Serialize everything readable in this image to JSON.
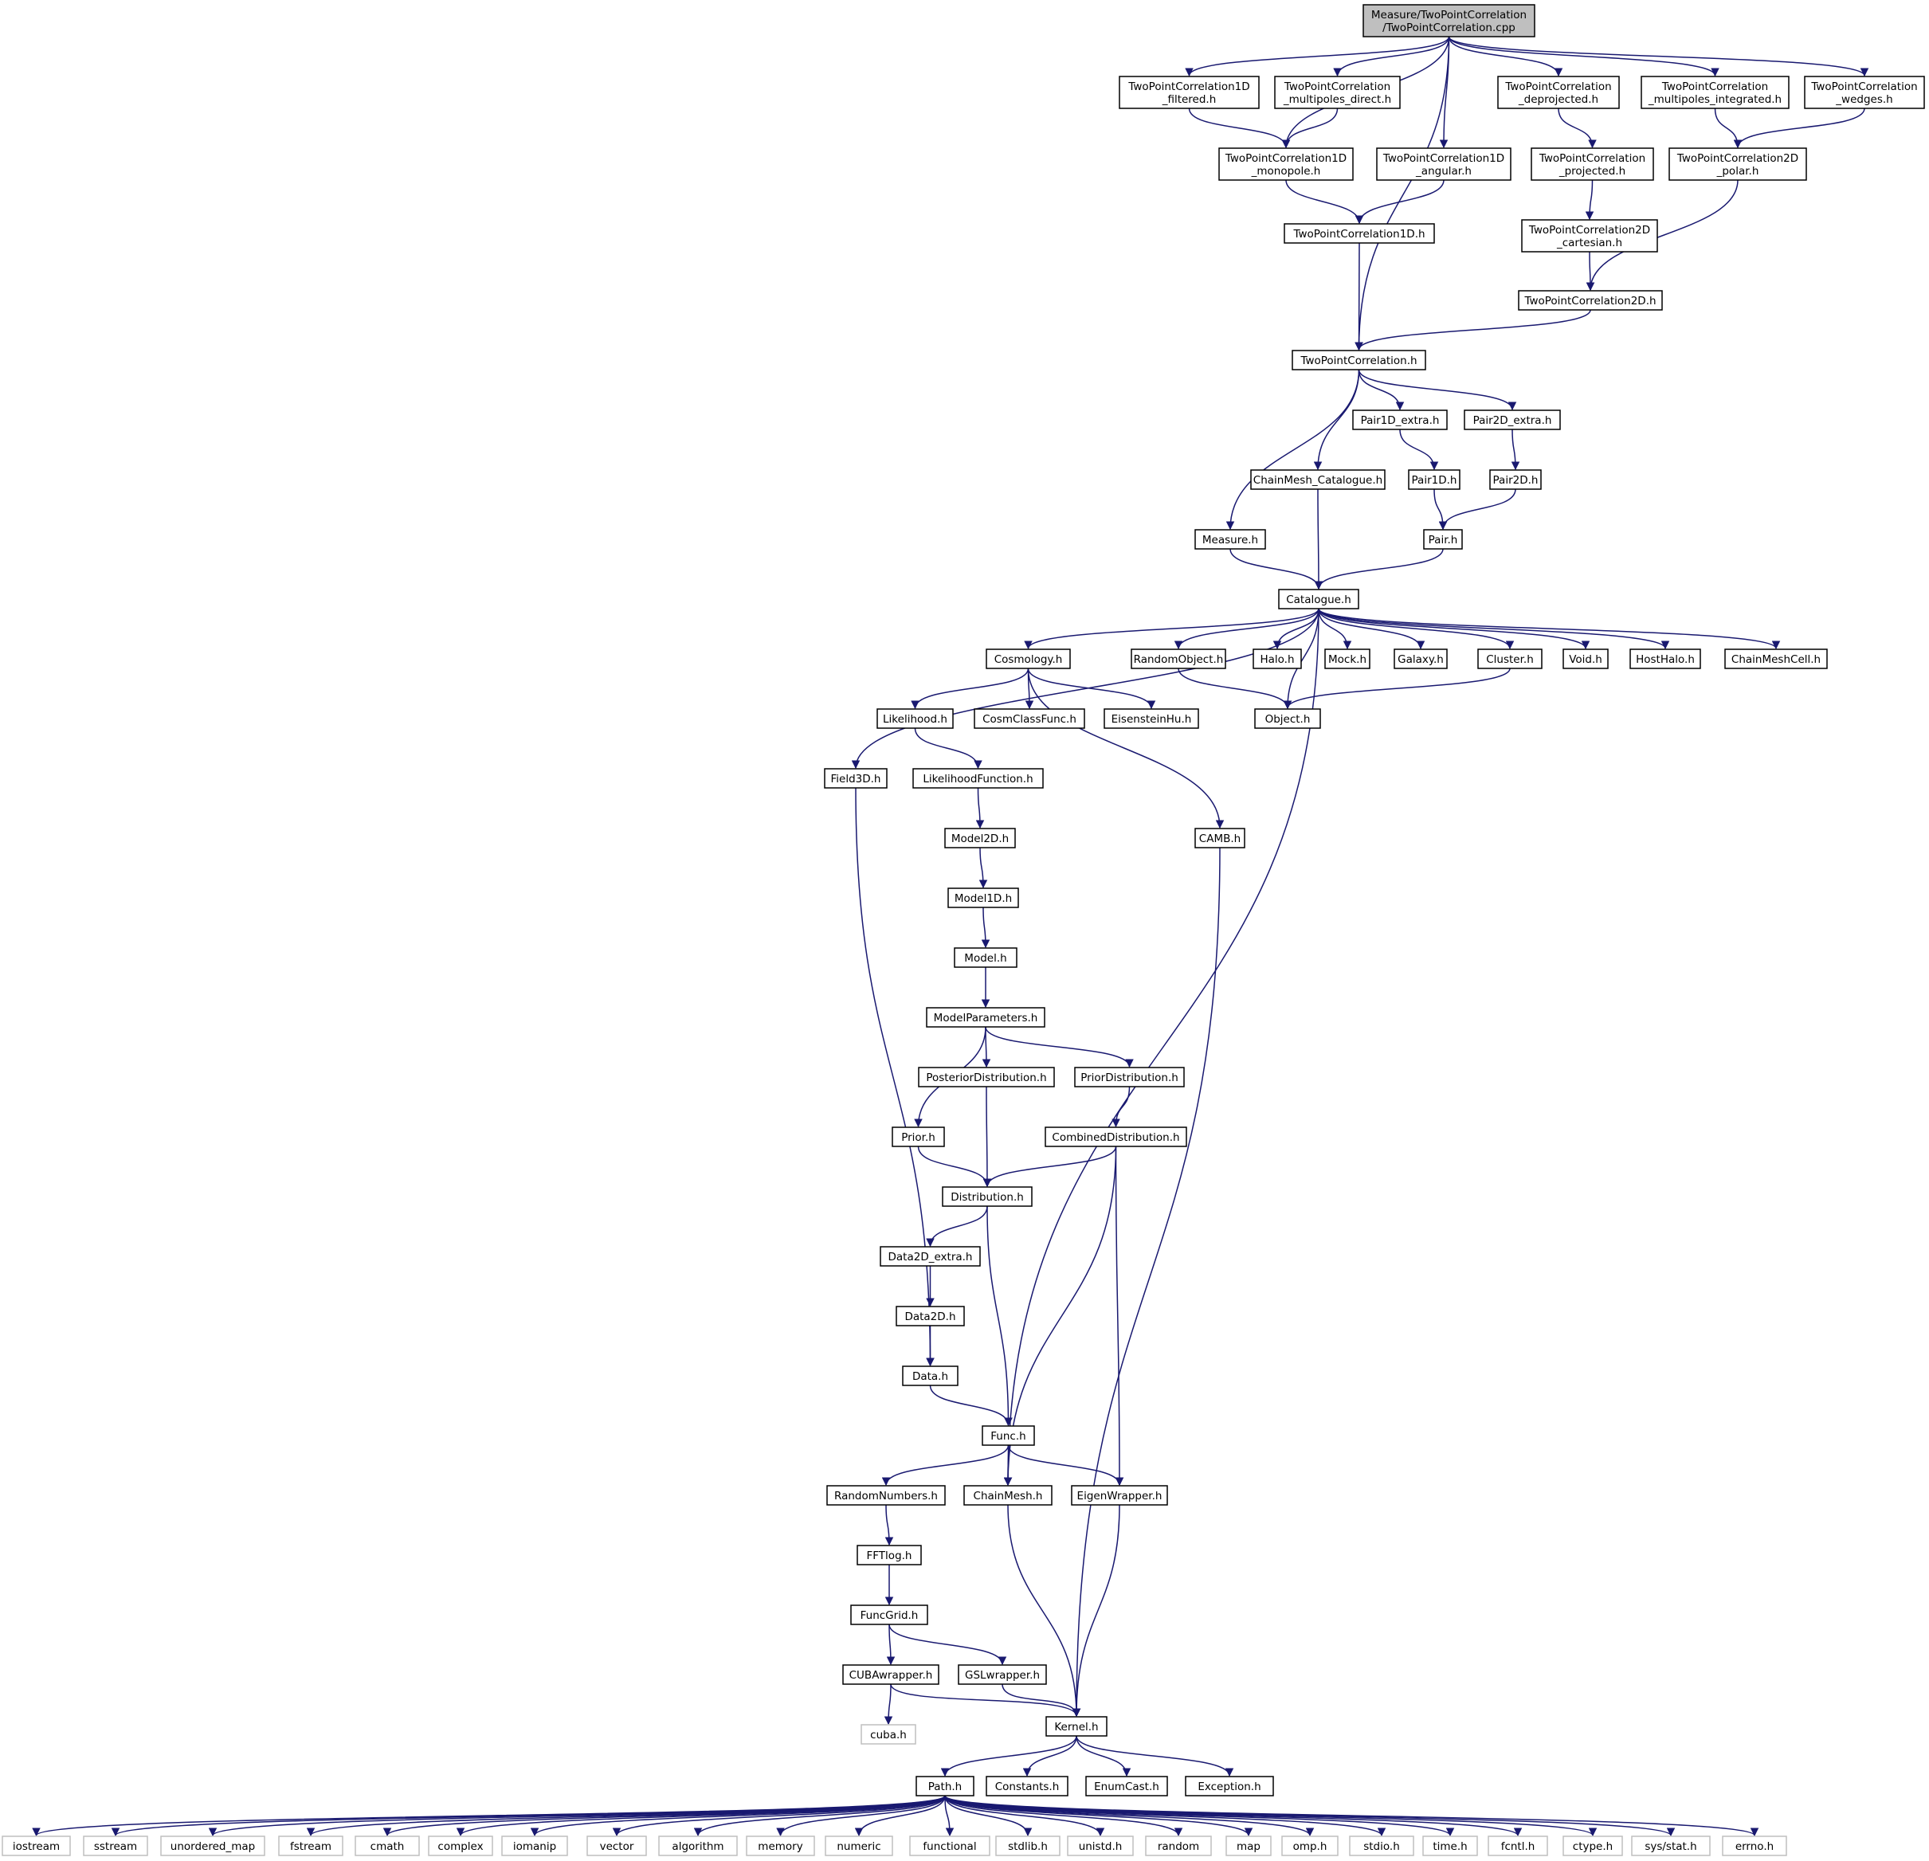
{
  "graph": {
    "edge_color": "#191970",
    "root_fill": "#bfbfbf",
    "external_border": "#bfbfbf",
    "nodes": [
      {
        "id": "root",
        "lines": [
          "Measure/TwoPointCorrelation",
          "/TwoPointCorrelation.cpp"
        ],
        "kind": "root"
      },
      {
        "id": "tpc1d_filtered",
        "lines": [
          "TwoPointCorrelation1D",
          "_filtered.h"
        ]
      },
      {
        "id": "tpc_mp_direct",
        "lines": [
          "TwoPointCorrelation",
          "_multipoles_direct.h"
        ]
      },
      {
        "id": "tpc_deprojected",
        "lines": [
          "TwoPointCorrelation",
          "_deprojected.h"
        ]
      },
      {
        "id": "tpc_mp_integrated",
        "lines": [
          "TwoPointCorrelation",
          "_multipoles_integrated.h"
        ]
      },
      {
        "id": "tpc_wedges",
        "lines": [
          "TwoPointCorrelation",
          "_wedges.h"
        ]
      },
      {
        "id": "tpc1d_monopole",
        "lines": [
          "TwoPointCorrelation1D",
          "_monopole.h"
        ]
      },
      {
        "id": "tpc1d_angular",
        "lines": [
          "TwoPointCorrelation1D",
          "_angular.h"
        ]
      },
      {
        "id": "tpc_projected",
        "lines": [
          "TwoPointCorrelation",
          "_projected.h"
        ]
      },
      {
        "id": "tpc2d_polar",
        "lines": [
          "TwoPointCorrelation2D",
          "_polar.h"
        ]
      },
      {
        "id": "tpc1d",
        "lines": [
          "TwoPointCorrelation1D.h"
        ]
      },
      {
        "id": "tpc2d_cartesian",
        "lines": [
          "TwoPointCorrelation2D",
          "_cartesian.h"
        ]
      },
      {
        "id": "tpc2d",
        "lines": [
          "TwoPointCorrelation2D.h"
        ]
      },
      {
        "id": "tpc",
        "lines": [
          "TwoPointCorrelation.h"
        ]
      },
      {
        "id": "pair1d_extra",
        "lines": [
          "Pair1D_extra.h"
        ]
      },
      {
        "id": "pair2d_extra",
        "lines": [
          "Pair2D_extra.h"
        ]
      },
      {
        "id": "chainmesh_cat",
        "lines": [
          "ChainMesh_Catalogue.h"
        ]
      },
      {
        "id": "pair1d",
        "lines": [
          "Pair1D.h"
        ]
      },
      {
        "id": "pair2d",
        "lines": [
          "Pair2D.h"
        ]
      },
      {
        "id": "measure",
        "lines": [
          "Measure.h"
        ]
      },
      {
        "id": "pair",
        "lines": [
          "Pair.h"
        ]
      },
      {
        "id": "catalogue",
        "lines": [
          "Catalogue.h"
        ]
      },
      {
        "id": "cosmology",
        "lines": [
          "Cosmology.h"
        ]
      },
      {
        "id": "randomobject",
        "lines": [
          "RandomObject.h"
        ]
      },
      {
        "id": "halo",
        "lines": [
          "Halo.h"
        ]
      },
      {
        "id": "mock",
        "lines": [
          "Mock.h"
        ]
      },
      {
        "id": "galaxy",
        "lines": [
          "Galaxy.h"
        ]
      },
      {
        "id": "cluster",
        "lines": [
          "Cluster.h"
        ]
      },
      {
        "id": "void",
        "lines": [
          "Void.h"
        ]
      },
      {
        "id": "hosthalo",
        "lines": [
          "HostHalo.h"
        ]
      },
      {
        "id": "chainmeshcell",
        "lines": [
          "ChainMeshCell.h"
        ]
      },
      {
        "id": "likelihood",
        "lines": [
          "Likelihood.h"
        ]
      },
      {
        "id": "cosmclassfunc",
        "lines": [
          "CosmClassFunc.h"
        ]
      },
      {
        "id": "eisensteinhu",
        "lines": [
          "EisensteinHu.h"
        ]
      },
      {
        "id": "object",
        "lines": [
          "Object.h"
        ]
      },
      {
        "id": "field3d",
        "lines": [
          "Field3D.h"
        ]
      },
      {
        "id": "likelihoodfunction",
        "lines": [
          "LikelihoodFunction.h"
        ]
      },
      {
        "id": "camb",
        "lines": [
          "CAMB.h"
        ]
      },
      {
        "id": "model2d",
        "lines": [
          "Model2D.h"
        ]
      },
      {
        "id": "model1d",
        "lines": [
          "Model1D.h"
        ]
      },
      {
        "id": "model",
        "lines": [
          "Model.h"
        ]
      },
      {
        "id": "modelparameters",
        "lines": [
          "ModelParameters.h"
        ]
      },
      {
        "id": "posterior",
        "lines": [
          "PosteriorDistribution.h"
        ]
      },
      {
        "id": "priordist",
        "lines": [
          "PriorDistribution.h"
        ]
      },
      {
        "id": "prior",
        "lines": [
          "Prior.h"
        ]
      },
      {
        "id": "combined",
        "lines": [
          "CombinedDistribution.h"
        ]
      },
      {
        "id": "distribution",
        "lines": [
          "Distribution.h"
        ]
      },
      {
        "id": "data2d_extra",
        "lines": [
          "Data2D_extra.h"
        ]
      },
      {
        "id": "data2d",
        "lines": [
          "Data2D.h"
        ]
      },
      {
        "id": "data",
        "lines": [
          "Data.h"
        ]
      },
      {
        "id": "func",
        "lines": [
          "Func.h"
        ]
      },
      {
        "id": "randomnumbers",
        "lines": [
          "RandomNumbers.h"
        ]
      },
      {
        "id": "chainmesh",
        "lines": [
          "ChainMesh.h"
        ]
      },
      {
        "id": "eigenwrapper",
        "lines": [
          "EigenWrapper.h"
        ]
      },
      {
        "id": "fftlog",
        "lines": [
          "FFTlog.h"
        ]
      },
      {
        "id": "funcgrid",
        "lines": [
          "FuncGrid.h"
        ]
      },
      {
        "id": "cubawrapper",
        "lines": [
          "CUBAwrapper.h"
        ]
      },
      {
        "id": "gslwrapper",
        "lines": [
          "GSLwrapper.h"
        ]
      },
      {
        "id": "cuba",
        "lines": [
          "cuba.h"
        ],
        "kind": "ext"
      },
      {
        "id": "kernel",
        "lines": [
          "Kernel.h"
        ]
      },
      {
        "id": "path",
        "lines": [
          "Path.h"
        ]
      },
      {
        "id": "constants",
        "lines": [
          "Constants.h"
        ]
      },
      {
        "id": "enumcast",
        "lines": [
          "EnumCast.h"
        ]
      },
      {
        "id": "exception",
        "lines": [
          "Exception.h"
        ]
      },
      {
        "id": "iostream",
        "lines": [
          "iostream"
        ],
        "kind": "ext"
      },
      {
        "id": "sstream",
        "lines": [
          "sstream"
        ],
        "kind": "ext"
      },
      {
        "id": "unordered_map",
        "lines": [
          "unordered_map"
        ],
        "kind": "ext"
      },
      {
        "id": "fstream",
        "lines": [
          "fstream"
        ],
        "kind": "ext"
      },
      {
        "id": "cmath",
        "lines": [
          "cmath"
        ],
        "kind": "ext"
      },
      {
        "id": "complex",
        "lines": [
          "complex"
        ],
        "kind": "ext"
      },
      {
        "id": "iomanip",
        "lines": [
          "iomanip"
        ],
        "kind": "ext"
      },
      {
        "id": "vector",
        "lines": [
          "vector"
        ],
        "kind": "ext"
      },
      {
        "id": "algorithm",
        "lines": [
          "algorithm"
        ],
        "kind": "ext"
      },
      {
        "id": "memory",
        "lines": [
          "memory"
        ],
        "kind": "ext"
      },
      {
        "id": "numeric",
        "lines": [
          "numeric"
        ],
        "kind": "ext"
      },
      {
        "id": "functional",
        "lines": [
          "functional"
        ],
        "kind": "ext"
      },
      {
        "id": "stdlib",
        "lines": [
          "stdlib.h"
        ],
        "kind": "ext"
      },
      {
        "id": "unistd",
        "lines": [
          "unistd.h"
        ],
        "kind": "ext"
      },
      {
        "id": "random",
        "lines": [
          "random"
        ],
        "kind": "ext"
      },
      {
        "id": "map",
        "lines": [
          "map"
        ],
        "kind": "ext"
      },
      {
        "id": "omp",
        "lines": [
          "omp.h"
        ],
        "kind": "ext"
      },
      {
        "id": "stdio",
        "lines": [
          "stdio.h"
        ],
        "kind": "ext"
      },
      {
        "id": "time",
        "lines": [
          "time.h"
        ],
        "kind": "ext"
      },
      {
        "id": "fcntl",
        "lines": [
          "fcntl.h"
        ],
        "kind": "ext"
      },
      {
        "id": "ctype",
        "lines": [
          "ctype.h"
        ],
        "kind": "ext"
      },
      {
        "id": "sysstat",
        "lines": [
          "sys/stat.h"
        ],
        "kind": "ext"
      },
      {
        "id": "errno",
        "lines": [
          "errno.h"
        ],
        "kind": "ext"
      }
    ],
    "edges": [
      [
        "root",
        "tpc1d_filtered"
      ],
      [
        "root",
        "tpc_mp_direct"
      ],
      [
        "root",
        "tpc_deprojected"
      ],
      [
        "root",
        "tpc_mp_integrated"
      ],
      [
        "root",
        "tpc_wedges"
      ],
      [
        "root",
        "tpc1d_monopole"
      ],
      [
        "root",
        "tpc1d_angular"
      ],
      [
        "root",
        "tpc"
      ],
      [
        "tpc1d_filtered",
        "tpc1d_monopole"
      ],
      [
        "tpc_mp_direct",
        "tpc1d_monopole"
      ],
      [
        "tpc_deprojected",
        "tpc_projected"
      ],
      [
        "tpc_mp_integrated",
        "tpc2d_polar"
      ],
      [
        "tpc_wedges",
        "tpc2d_polar"
      ],
      [
        "tpc1d_monopole",
        "tpc1d"
      ],
      [
        "tpc1d_angular",
        "tpc1d"
      ],
      [
        "tpc_projected",
        "tpc2d_cartesian"
      ],
      [
        "tpc2d_cartesian",
        "tpc2d"
      ],
      [
        "tpc2d_polar",
        "tpc2d"
      ],
      [
        "tpc1d",
        "tpc"
      ],
      [
        "tpc2d",
        "tpc"
      ],
      [
        "tpc",
        "measure"
      ],
      [
        "tpc",
        "chainmesh_cat"
      ],
      [
        "tpc",
        "pair1d_extra"
      ],
      [
        "tpc",
        "pair2d_extra"
      ],
      [
        "pair1d_extra",
        "pair1d"
      ],
      [
        "pair2d_extra",
        "pair2d"
      ],
      [
        "pair1d",
        "pair"
      ],
      [
        "pair2d",
        "pair"
      ],
      [
        "measure",
        "catalogue"
      ],
      [
        "chainmesh_cat",
        "catalogue"
      ],
      [
        "pair",
        "catalogue"
      ],
      [
        "catalogue",
        "cosmology"
      ],
      [
        "catalogue",
        "randomobject"
      ],
      [
        "catalogue",
        "halo"
      ],
      [
        "catalogue",
        "mock"
      ],
      [
        "catalogue",
        "galaxy"
      ],
      [
        "catalogue",
        "cluster"
      ],
      [
        "catalogue",
        "void"
      ],
      [
        "catalogue",
        "hosthalo"
      ],
      [
        "catalogue",
        "chainmeshcell"
      ],
      [
        "catalogue",
        "field3d"
      ],
      [
        "catalogue",
        "object"
      ],
      [
        "catalogue",
        "chainmesh"
      ],
      [
        "cosmology",
        "likelihood"
      ],
      [
        "cosmology",
        "cosmclassfunc"
      ],
      [
        "cosmology",
        "eisensteinhu"
      ],
      [
        "cosmology",
        "camb"
      ],
      [
        "randomobject",
        "object"
      ],
      [
        "cluster",
        "object"
      ],
      [
        "likelihood",
        "likelihoodfunction"
      ],
      [
        "likelihoodfunction",
        "model2d"
      ],
      [
        "model2d",
        "model1d"
      ],
      [
        "model1d",
        "model"
      ],
      [
        "model",
        "modelparameters"
      ],
      [
        "modelparameters",
        "posterior"
      ],
      [
        "modelparameters",
        "priordist"
      ],
      [
        "modelparameters",
        "prior"
      ],
      [
        "priordist",
        "combined"
      ],
      [
        "posterior",
        "distribution"
      ],
      [
        "prior",
        "distribution"
      ],
      [
        "combined",
        "distribution"
      ],
      [
        "combined",
        "chainmesh"
      ],
      [
        "combined",
        "eigenwrapper"
      ],
      [
        "distribution",
        "data2d_extra"
      ],
      [
        "distribution",
        "func"
      ],
      [
        "data2d_extra",
        "data2d"
      ],
      [
        "data2d",
        "data"
      ],
      [
        "field3d",
        "data"
      ],
      [
        "data",
        "func"
      ],
      [
        "func",
        "randomnumbers"
      ],
      [
        "func",
        "chainmesh"
      ],
      [
        "func",
        "eigenwrapper"
      ],
      [
        "randomnumbers",
        "fftlog"
      ],
      [
        "fftlog",
        "funcgrid"
      ],
      [
        "funcgrid",
        "cubawrapper"
      ],
      [
        "funcgrid",
        "gslwrapper"
      ],
      [
        "cubawrapper",
        "cuba"
      ],
      [
        "cubawrapper",
        "kernel"
      ],
      [
        "gslwrapper",
        "kernel"
      ],
      [
        "chainmesh",
        "kernel"
      ],
      [
        "eigenwrapper",
        "kernel"
      ],
      [
        "camb",
        "kernel"
      ],
      [
        "kernel",
        "path"
      ],
      [
        "kernel",
        "constants"
      ],
      [
        "kernel",
        "enumcast"
      ],
      [
        "kernel",
        "exception"
      ],
      [
        "path",
        "iostream"
      ],
      [
        "path",
        "sstream"
      ],
      [
        "path",
        "unordered_map"
      ],
      [
        "path",
        "fstream"
      ],
      [
        "path",
        "cmath"
      ],
      [
        "path",
        "complex"
      ],
      [
        "path",
        "iomanip"
      ],
      [
        "path",
        "vector"
      ],
      [
        "path",
        "algorithm"
      ],
      [
        "path",
        "memory"
      ],
      [
        "path",
        "numeric"
      ],
      [
        "path",
        "functional"
      ],
      [
        "path",
        "stdlib"
      ],
      [
        "path",
        "unistd"
      ],
      [
        "path",
        "random"
      ],
      [
        "path",
        "map"
      ],
      [
        "path",
        "omp"
      ],
      [
        "path",
        "stdio"
      ],
      [
        "path",
        "time"
      ],
      [
        "path",
        "fcntl"
      ],
      [
        "path",
        "ctype"
      ],
      [
        "path",
        "sysstat"
      ],
      [
        "path",
        "errno"
      ]
    ]
  }
}
